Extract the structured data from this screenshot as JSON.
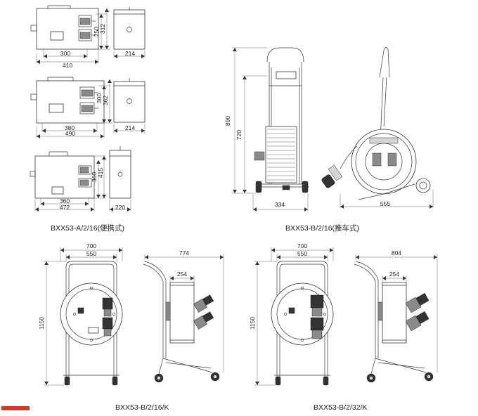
{
  "captions": {
    "a": "BXX53-A/2/16(便携式)",
    "b": "BXX53-B/2/16(推车式)",
    "bk16": "BXX53-B/2/16/K",
    "bk32": "BXX53-B/2/32/K"
  },
  "portable": {
    "v1": {
      "w_inner": "300",
      "w_outer": "410",
      "h_inner": "250",
      "h_outer": "312",
      "depth": "214"
    },
    "v2": {
      "w_inner": "380",
      "w_outer": "490",
      "h_inner": "300",
      "h_outer": "362",
      "depth": "214"
    },
    "v3": {
      "w_inner": "360",
      "w_outer": "472",
      "h_inner": "360",
      "h_outer": "415",
      "depth": "220"
    }
  },
  "trolley": {
    "height_total": "890",
    "height_frame": "720",
    "width": "334",
    "depth": "555"
  },
  "k16": {
    "width_outer": "700",
    "width_inner": "550",
    "height": "1150",
    "depth": "774",
    "reel": "254"
  },
  "k32": {
    "width_outer": "700",
    "width_inner": "550",
    "height": "1150",
    "depth": "804",
    "reel": "254"
  },
  "colors": {
    "line": "#333333",
    "accent": "#d23a2a"
  }
}
